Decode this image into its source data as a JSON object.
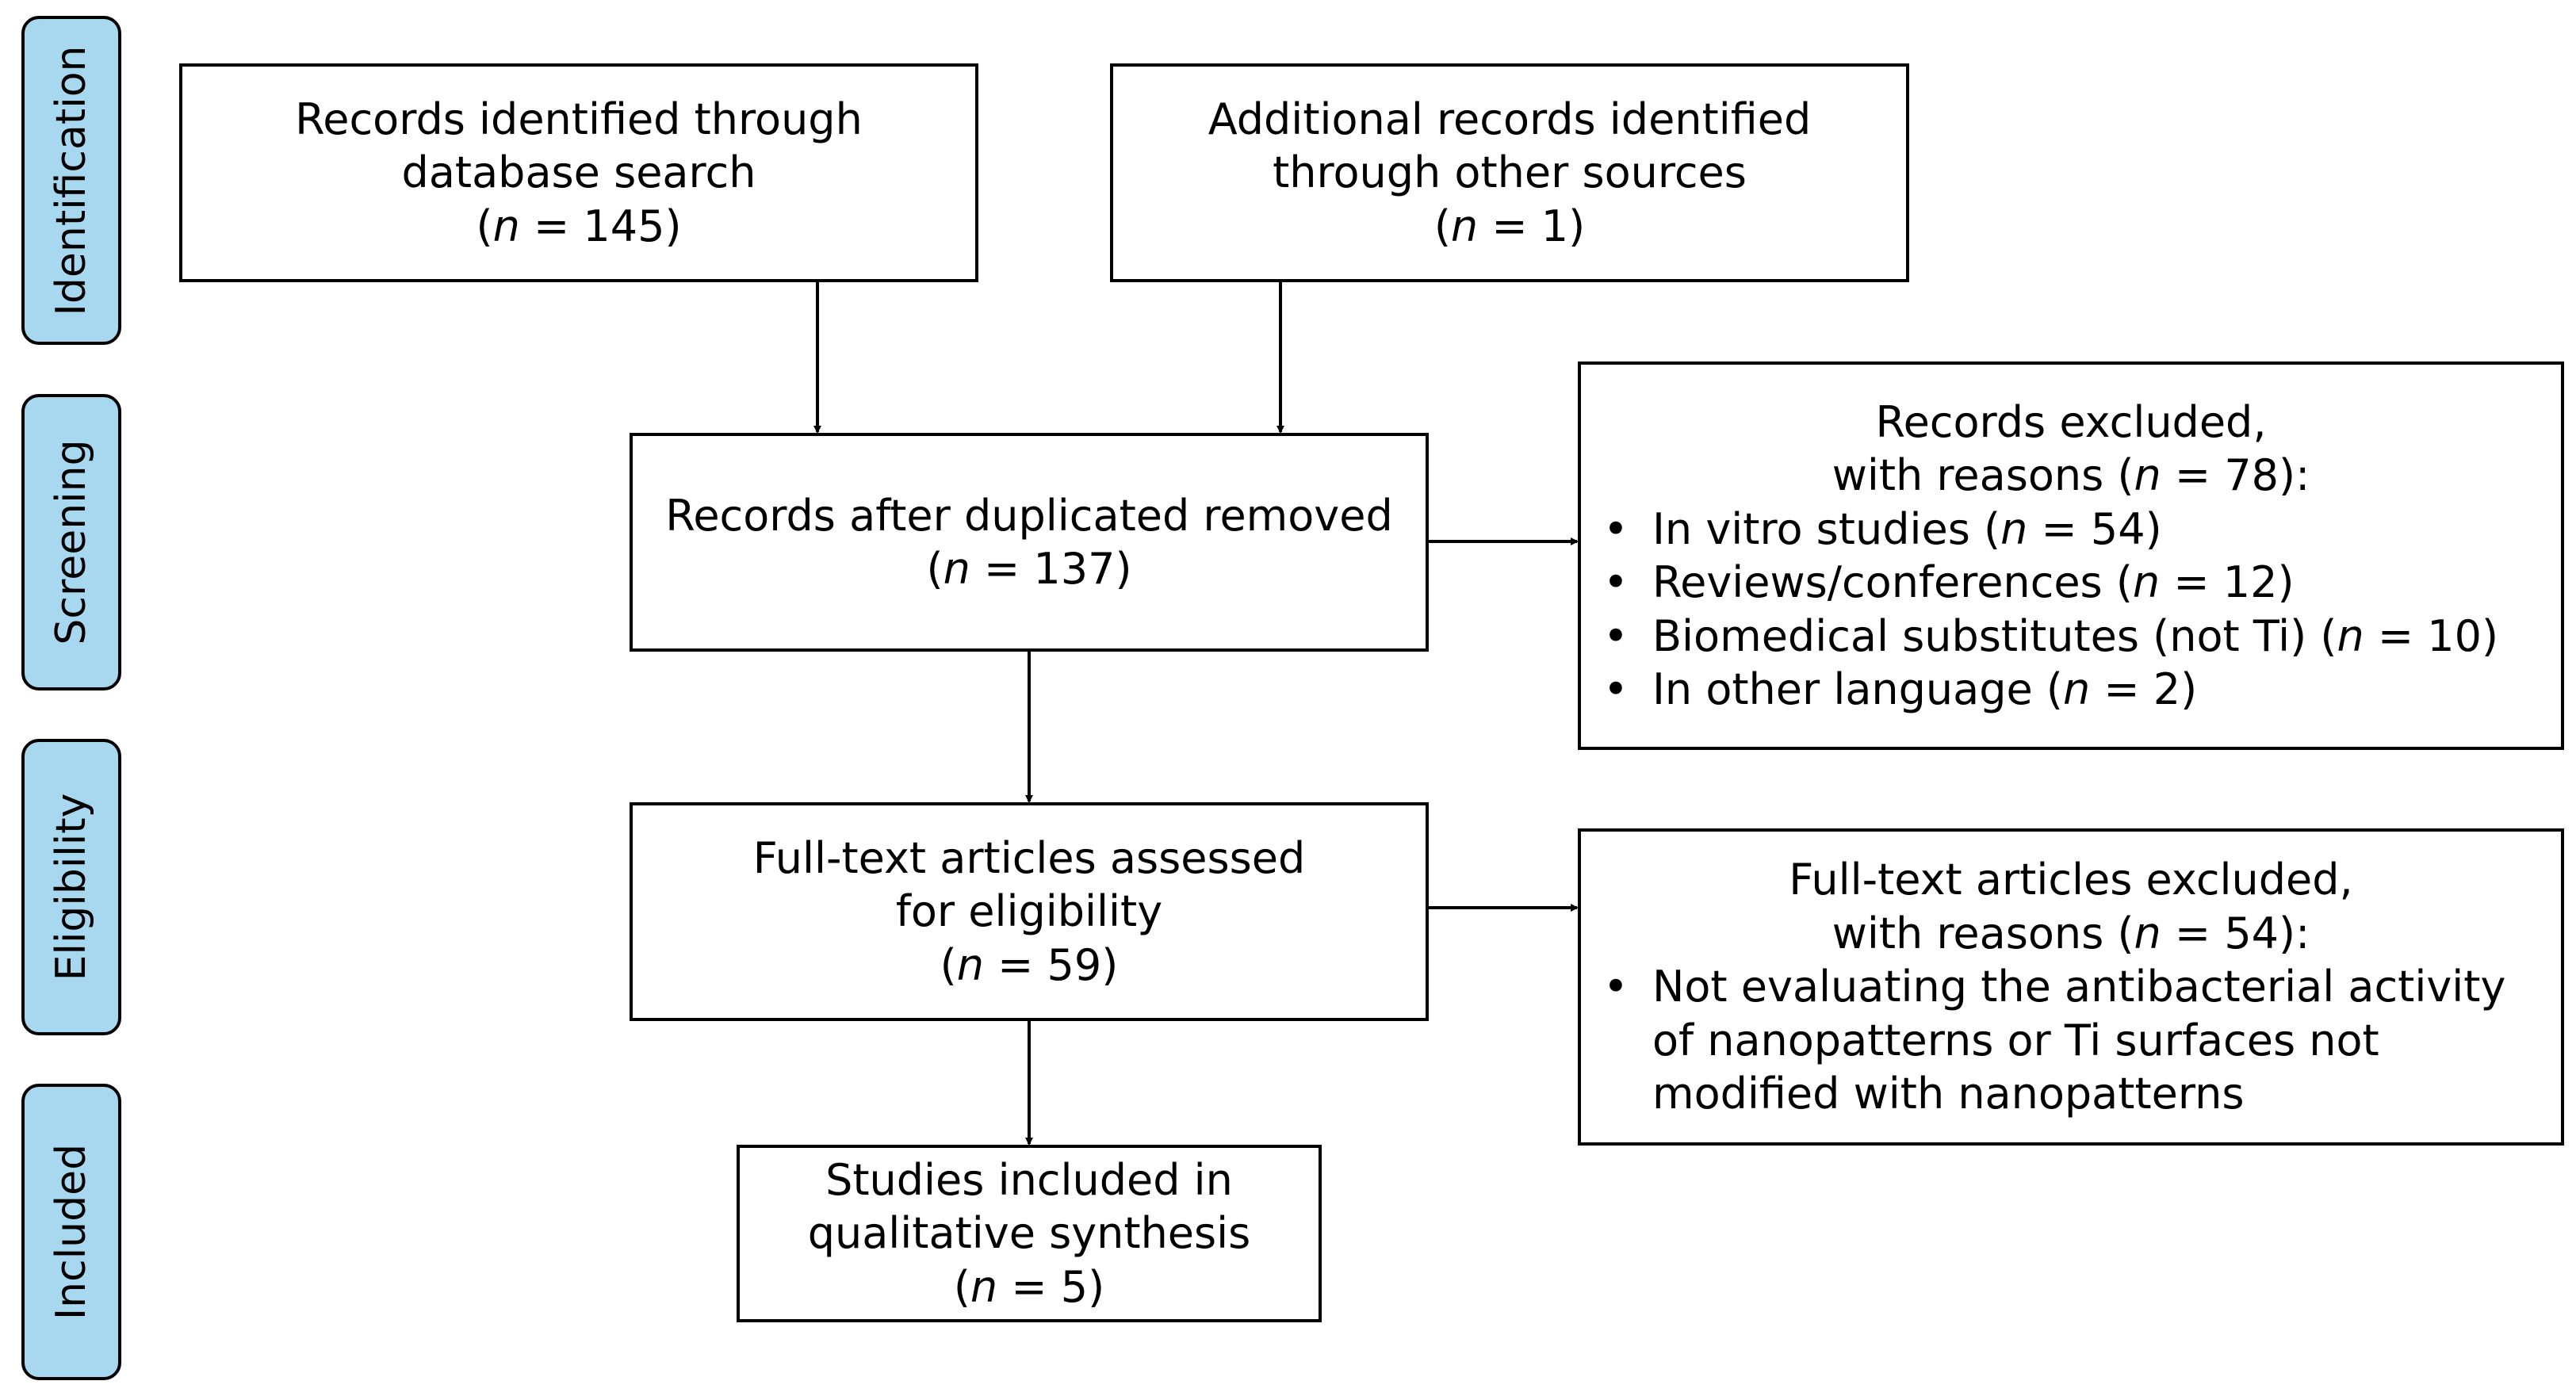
{
  "phases": {
    "identification": "Identification",
    "screening": "Screening",
    "eligibility": "Eligibility",
    "included": "Included"
  },
  "boxes": {
    "database_search": {
      "line1": "Records identified through",
      "line2": "database search",
      "count": "(n = 145)"
    },
    "other_sources": {
      "line1": "Additional records identified",
      "line2": "through other sources",
      "count": "(n = 1)"
    },
    "duplicates_removed": {
      "line1": "Records after duplicated removed",
      "count": "(n = 137)"
    },
    "records_excluded": {
      "head1": "Records excluded,",
      "head2": "with reasons (n = 78):",
      "items": [
        "In vitro studies (n = 54)",
        "Reviews/conferences (n = 12)",
        "Biomedical substitutes (not Ti) (n = 10)",
        "In other language (n = 2)"
      ]
    },
    "full_text_assessed": {
      "line1": "Full-text articles assessed",
      "line2": "for eligibility",
      "count": "(n = 59)"
    },
    "full_text_excluded": {
      "head1": "Full-text articles excluded,",
      "head2": "with reasons (n = 54):",
      "items": [
        "Not evaluating the antibacterial activity of nanopatterns or Ti surfaces not modified with nanopatterns"
      ]
    },
    "studies_included": {
      "line1": "Studies included in",
      "line2": "qualitative synthesis",
      "count": "(n = 5)"
    }
  },
  "bullet_symbol": "•",
  "colors": {
    "phase_fill": "#a8d8ef",
    "border": "#000000"
  }
}
